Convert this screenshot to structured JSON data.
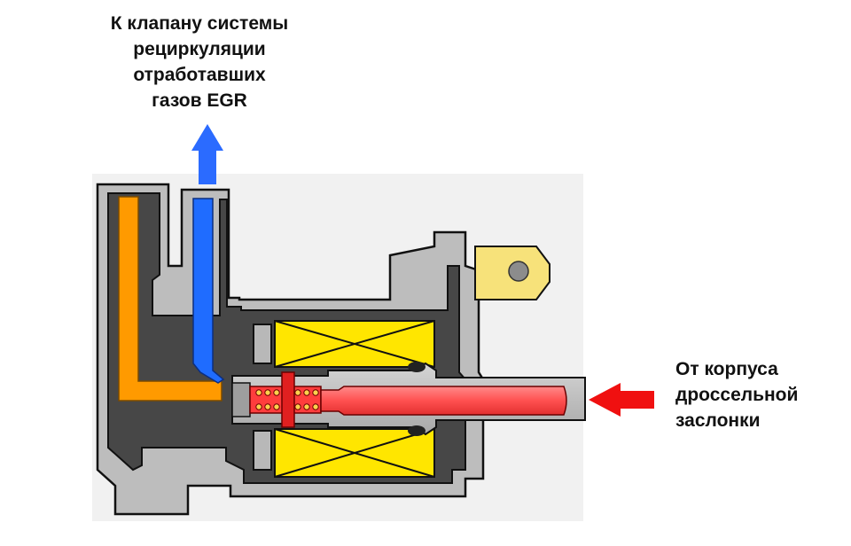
{
  "labels": {
    "top": {
      "lines": [
        "К клапану системы",
        "рециркуляции",
        "отработавших",
        "газов EGR"
      ]
    },
    "right": {
      "lines": [
        "От корпуса",
        "дроссельной",
        "заслонки"
      ]
    }
  },
  "colors": {
    "housing_dark": "#4a4a4a",
    "housing_light": "#bdbdbd",
    "outline": "#111111",
    "coil_yellow": "#ffe600",
    "terminal_yellow": "#f7e27a",
    "orange_channel": "#ff9a00",
    "blue_channel": "#1f6cff",
    "red_spring": "#ff3d3d",
    "red_rod": "#ff6b6b",
    "arrow_blue": "#2b6bff",
    "arrow_red": "#f01010"
  },
  "icons": {
    "outlet_arrow": "arrow-up-icon",
    "inlet_arrow": "arrow-left-icon"
  }
}
